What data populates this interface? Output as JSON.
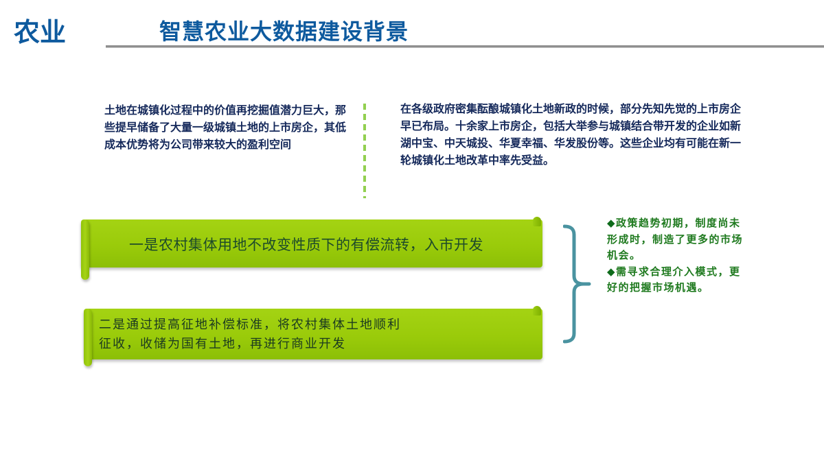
{
  "header": {
    "brand": "农业",
    "title": "智慧农业大数据建设背景"
  },
  "intro": {
    "left_paragraph": "土地在城镇化过程中的价值再挖掘值潜力巨大，那些提早储备了大量一级城镇土地的上市房企，其低成本优势将为公司带来较大的盈利空间",
    "right_paragraph": "在各级政府密集酝酿城镇化土地新政的时候，部分先知先觉的上市房企早已布局。十余家上市房企，包括大举参与城镇结合带开发的企业如新湖中宝、中天城投、华夏幸福、华发股份等。这些企业均有可能在新一轮城镇化土地改革中率先受益。"
  },
  "scrolls": [
    {
      "text": "一是农村集体用地不改变性质下的有偿流转，入市开发"
    },
    {
      "line1": "二是通过提高征地补偿标准，将农村集体土地顺利",
      "line2": "征收，收储为国有土地，再进行商业开发"
    }
  ],
  "notes": {
    "bullet_icon": "◆",
    "items": [
      "政策趋势初期，制度尚未形成时，制造了更多的市场机会。",
      "需寻求合理介入模式，更好的把握市场机遇。"
    ]
  },
  "colors": {
    "title_blue": "#0e5a9e",
    "body_navy": "#14285a",
    "scroll_green": "#9acb0a",
    "divider_green": "#92d050",
    "brace_teal": "#4a93a0",
    "note_green": "#1f7a1f"
  }
}
